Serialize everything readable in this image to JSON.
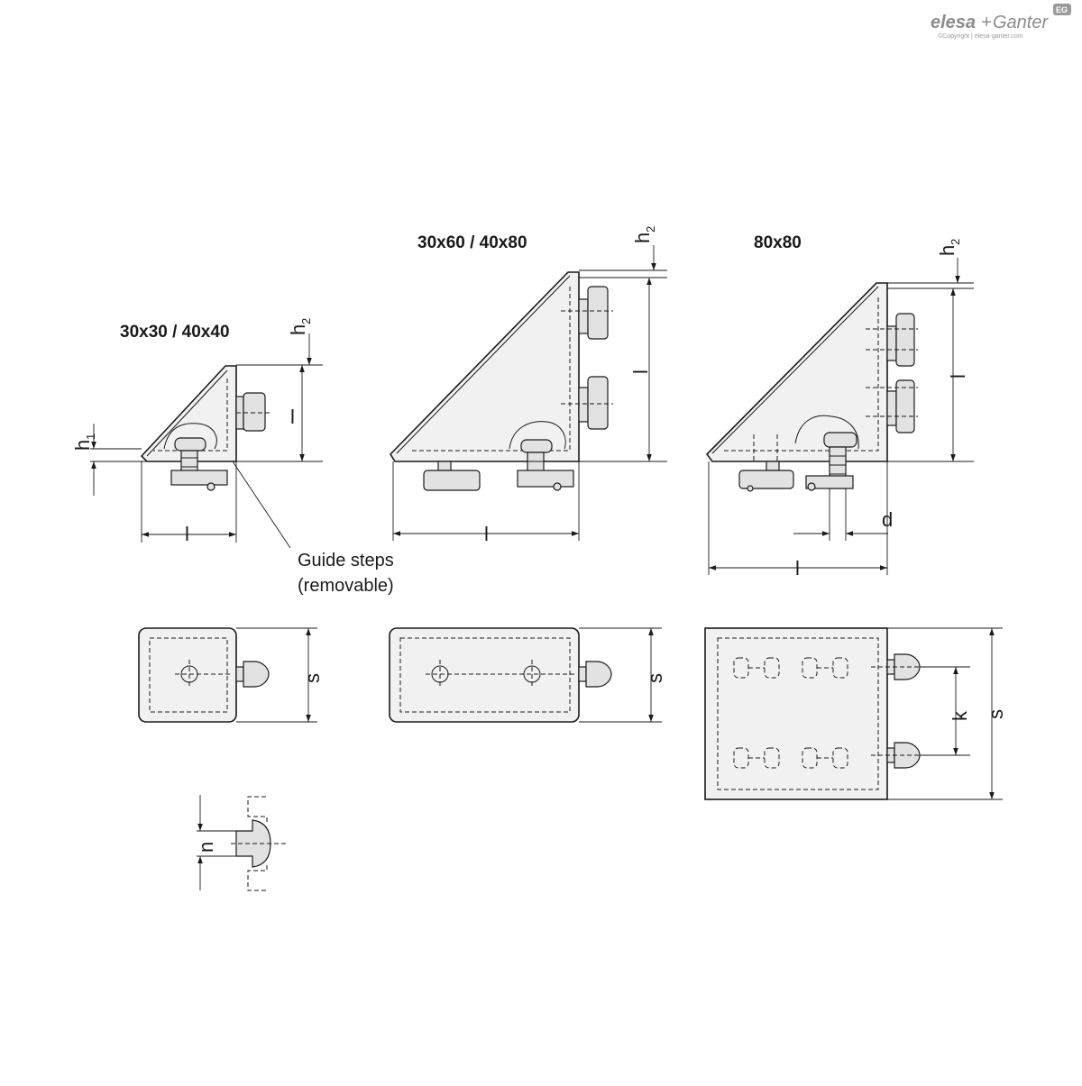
{
  "brand": {
    "name_main": "elesa",
    "name_sep": "+",
    "name_second": "Ganter",
    "badge": "EG",
    "copyright": "©Copyright | elesa-ganter.com"
  },
  "views": {
    "small": {
      "title": "30x30 / 40x40"
    },
    "medium": {
      "title": "30x60 / 40x80"
    },
    "large": {
      "title": "80x80"
    }
  },
  "dimensions": {
    "l": "l",
    "h": "h",
    "h1_sub": "1",
    "h2_sub": "2",
    "s": "s",
    "k": "k",
    "d": "d",
    "n": "n"
  },
  "annotation": {
    "line1": "Guide steps",
    "line2": "(removable)"
  }
}
